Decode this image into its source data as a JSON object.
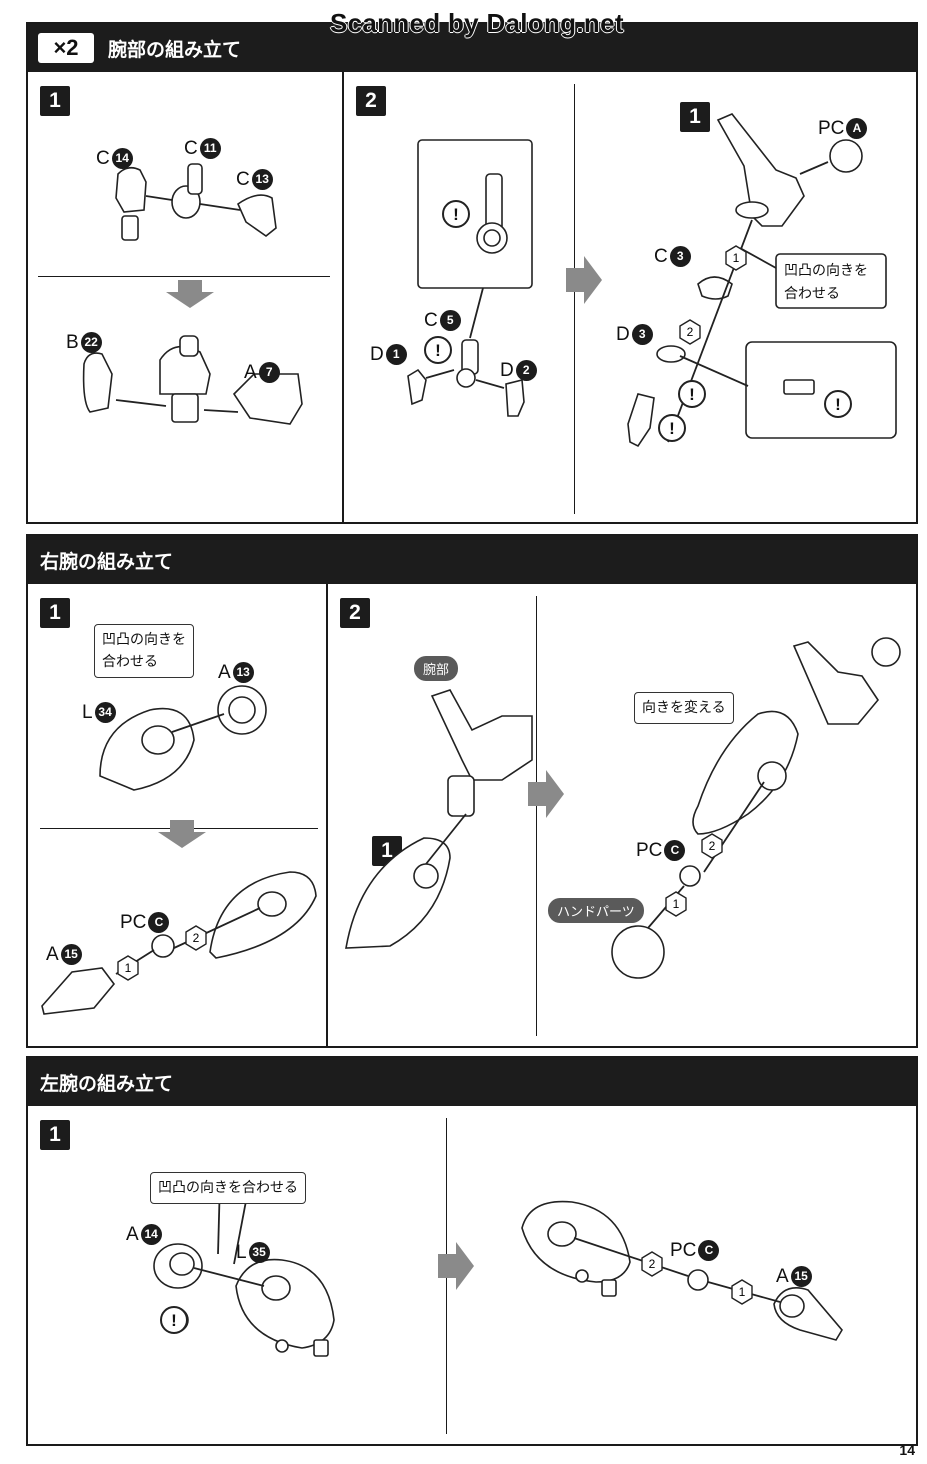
{
  "watermark": "Scanned by Dalong.net",
  "page_number": "14",
  "sections": {
    "arm": {
      "multiplier": "×2",
      "title": "腕部の組み立て",
      "step1": {
        "number": "1",
        "labels": {
          "c14": {
            "prefix": "C",
            "num": "14"
          },
          "c11": {
            "prefix": "C",
            "num": "11"
          },
          "c13": {
            "prefix": "C",
            "num": "13"
          },
          "b22": {
            "prefix": "B",
            "num": "22"
          },
          "a7": {
            "prefix": "A",
            "num": "7"
          }
        }
      },
      "step2": {
        "number": "2",
        "labels": {
          "c5": {
            "prefix": "C",
            "num": "5"
          },
          "d1": {
            "prefix": "D",
            "num": "1"
          },
          "d2": {
            "prefix": "D",
            "num": "2"
          },
          "sub1": "1",
          "pcA": {
            "prefix": "PC",
            "num": "A"
          },
          "c3": {
            "prefix": "C",
            "num": "3"
          },
          "d3": {
            "prefix": "D",
            "num": "3"
          }
        },
        "callout": "凹凸の向きを\n合わせる",
        "order": [
          "1",
          "2"
        ]
      }
    },
    "right_arm": {
      "title": "右腕の組み立て",
      "step1": {
        "number": "1",
        "callout": "凹凸の向きを\n合わせる",
        "labels": {
          "a13": {
            "prefix": "A",
            "num": "13"
          },
          "l34": {
            "prefix": "L",
            "num": "34"
          },
          "pcC": {
            "prefix": "PC",
            "num": "C"
          },
          "a15": {
            "prefix": "A",
            "num": "15"
          }
        },
        "order": [
          "1",
          "2"
        ]
      },
      "step2": {
        "number": "2",
        "pill_arm": "腕部",
        "sub1": "1",
        "callout": "向きを変える",
        "pill_hand": "ハンドパーツ",
        "labels": {
          "pcC": {
            "prefix": "PC",
            "num": "C"
          }
        },
        "order": [
          "1",
          "2"
        ]
      }
    },
    "left_arm": {
      "title": "左腕の組み立て",
      "step1": {
        "number": "1",
        "callout": "凹凸の向きを合わせる",
        "labels": {
          "a14": {
            "prefix": "A",
            "num": "14"
          },
          "l35": {
            "prefix": "L",
            "num": "35"
          },
          "pcC": {
            "prefix": "PC",
            "num": "C"
          },
          "a15": {
            "prefix": "A",
            "num": "15"
          }
        },
        "order": [
          "1",
          "2"
        ]
      }
    }
  },
  "icons": [
    "caution-icon",
    "arrow-down-icon",
    "arrow-right-icon"
  ],
  "colors": {
    "header_bg": "#1c1c1c",
    "header_text": "#ffffff",
    "arrow_gray": "#8a8a8a",
    "line": "#1a1a1a"
  }
}
